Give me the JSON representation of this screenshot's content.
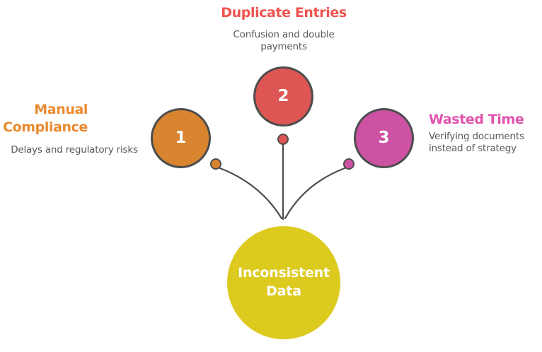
{
  "diagram": {
    "background_color": "#ffffff",
    "connector_color": "#4d4d4d",
    "description_color": "#595959",
    "center_node": {
      "label": "Inconsistent Data",
      "fill_color": "#dcca1f",
      "border_color": "#ffffff",
      "text_color": "#ffffff"
    },
    "nodes": [
      {
        "number": "1",
        "title": "Manual Compliance",
        "description": "Delays and regulatory risks",
        "fill_color": "#d9842f",
        "title_color": "#ea8a2f"
      },
      {
        "number": "2",
        "title": "Duplicate Entries",
        "description": "Confusion and double payments",
        "fill_color": "#dd5653",
        "title_color": "#f0534f"
      },
      {
        "number": "3",
        "title": "Wasted Time",
        "description": "Verifying documents instead of strategy",
        "fill_color": "#ce52a3",
        "title_color": "#e253ae"
      }
    ]
  }
}
